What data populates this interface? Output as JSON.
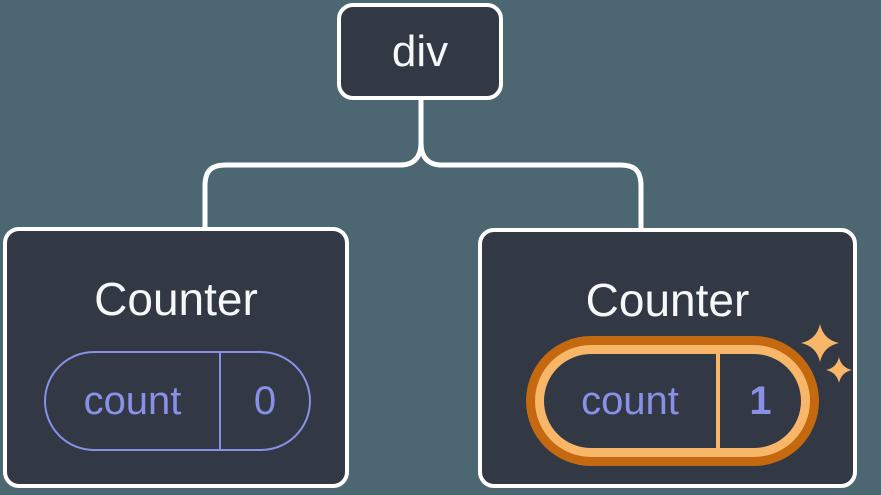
{
  "diagram": {
    "description": "React component tree diagram",
    "root": {
      "label": "div"
    },
    "children": [
      {
        "title": "Counter",
        "state": {
          "key": "count",
          "value": "0"
        },
        "highlighted": false
      },
      {
        "title": "Counter",
        "state": {
          "key": "count",
          "value": "1"
        },
        "highlighted": true,
        "badge_icon": "sparkles-icon"
      }
    ]
  },
  "colors": {
    "canvas_bg": "#4d6772",
    "card_bg": "#323945",
    "card_border": "#ffffff",
    "title_text": "#f6f7f9",
    "connector": "#ffffff",
    "accent_purple": "#8890e8",
    "ring_dark_orange": "#c4690f",
    "ring_light_orange": "#f8b668"
  }
}
